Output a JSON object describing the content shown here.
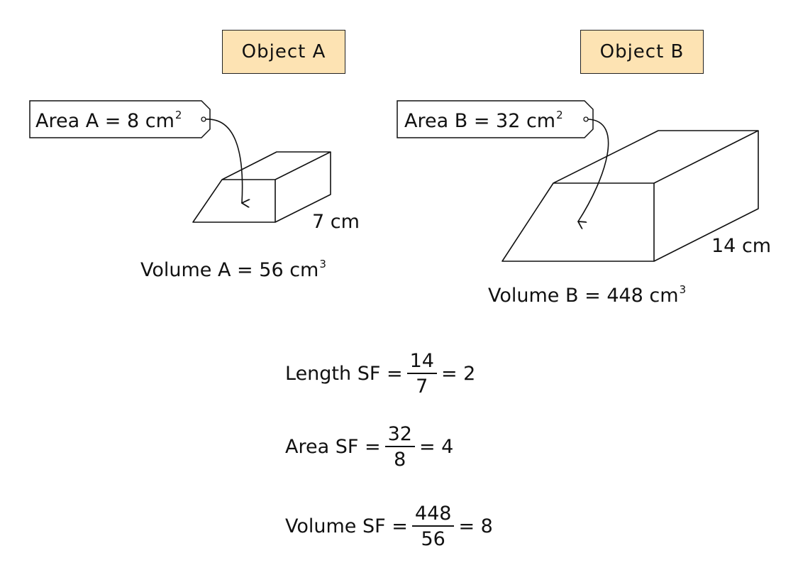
{
  "colors": {
    "title_fill": "#fde3b3",
    "stroke": "#111111"
  },
  "object_a": {
    "title": "Object A",
    "area_tag": {
      "label": "Area A = 8 cm",
      "exp": "2"
    },
    "length_label": "7 cm",
    "volume": {
      "label": "Volume A = 56 cm",
      "exp": "3"
    }
  },
  "object_b": {
    "title": "Object B",
    "area_tag": {
      "label": "Area B = 32 cm",
      "exp": "2"
    },
    "length_label": "14 cm",
    "volume": {
      "label": "Volume B = 448 cm",
      "exp": "3"
    }
  },
  "scale_factors": [
    {
      "lhs": "Length SF =",
      "num": "14",
      "den": "7",
      "rhs": "= 2"
    },
    {
      "lhs": "Area SF =",
      "num": "32",
      "den": "8",
      "rhs": "= 4"
    },
    {
      "lhs": "Volume SF =",
      "num": "448",
      "den": "56",
      "rhs": "= 8"
    }
  ]
}
